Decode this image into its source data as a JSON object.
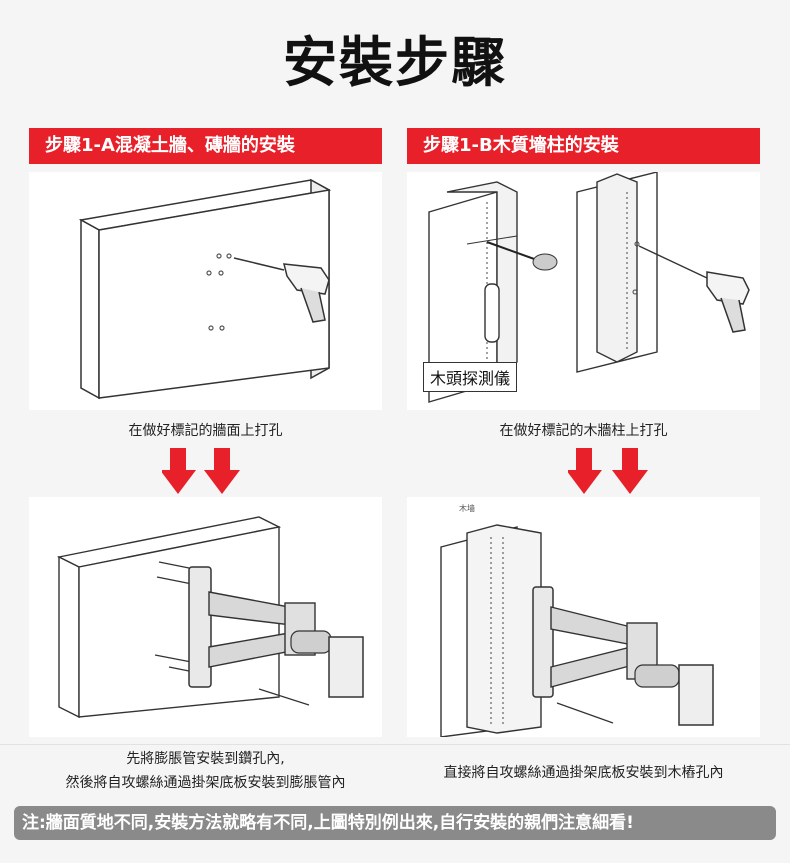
{
  "page_title": "安裝步驟",
  "section_a": {
    "heading": "步驟1-A混凝土牆、磚牆的安裝",
    "caption_top": "在做好標記的牆面上打孔",
    "caption_bottom_line1": "先將膨脹管安裝到鑽孔內,",
    "caption_bottom_line2": "然後將自攻螺絲通過掛架底板安裝到膨脹管內"
  },
  "section_b": {
    "heading": "步驟1-B木質墻柱的安裝",
    "stud_finder_label": "木頭探測儀",
    "wall_label": "木墙",
    "caption_top": "在做好標記的木牆柱上打孔",
    "caption_bottom": "直接將自攻螺絲通過掛架底板安裝到木樁孔內"
  },
  "note": "注:牆面質地不同,安裝方法就略有不同,上圖特別例出來,自行安裝的親們注意細看!",
  "colors": {
    "accent": "#e8202a",
    "note_bg": "#8a8a8a"
  }
}
